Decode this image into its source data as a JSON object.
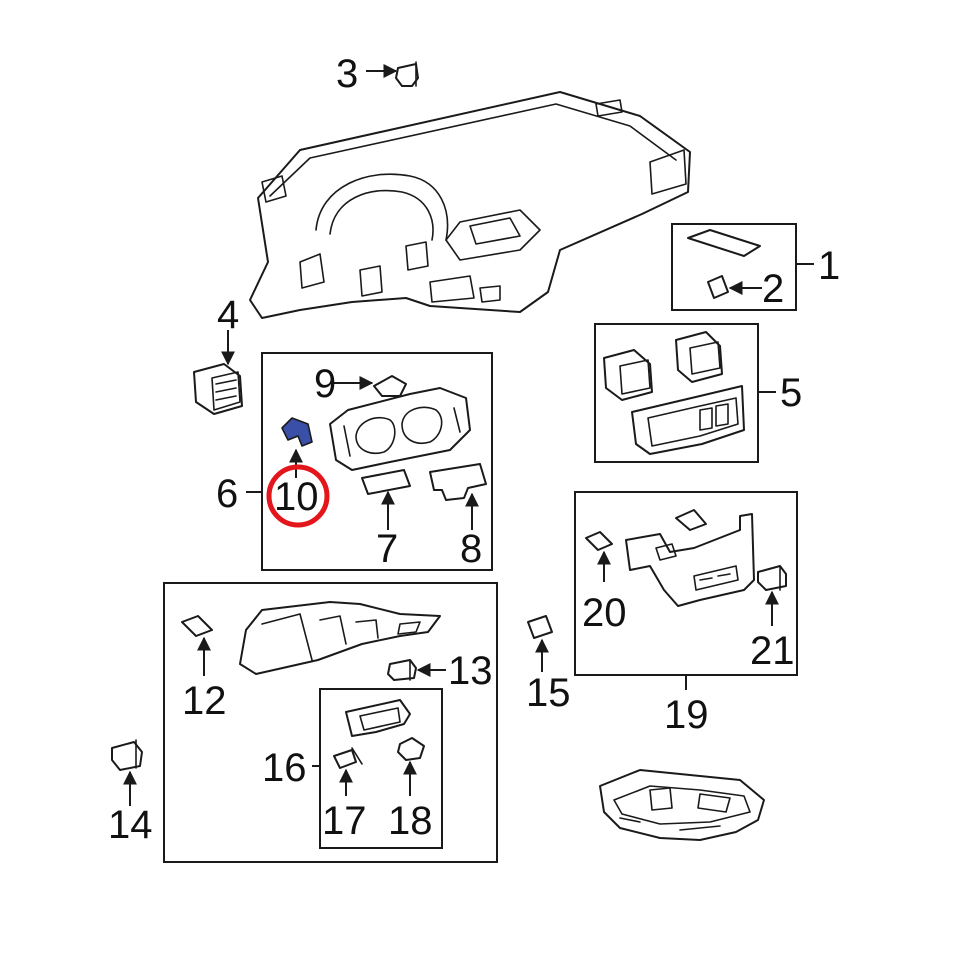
{
  "highlight_color": "#e3161b",
  "selected_part_color": "#3a4fa8",
  "selected_callout": "10",
  "callouts": {
    "c1": "1",
    "c2": "2",
    "c3": "3",
    "c4": "4",
    "c5": "5",
    "c6": "6",
    "c7": "7",
    "c8": "8",
    "c9": "9",
    "c10": "10",
    "c12": "12",
    "c13": "13",
    "c14": "14",
    "c15": "15",
    "c16": "16",
    "c17": "17",
    "c18": "18",
    "c19": "19",
    "c20": "20",
    "c21": "21"
  }
}
